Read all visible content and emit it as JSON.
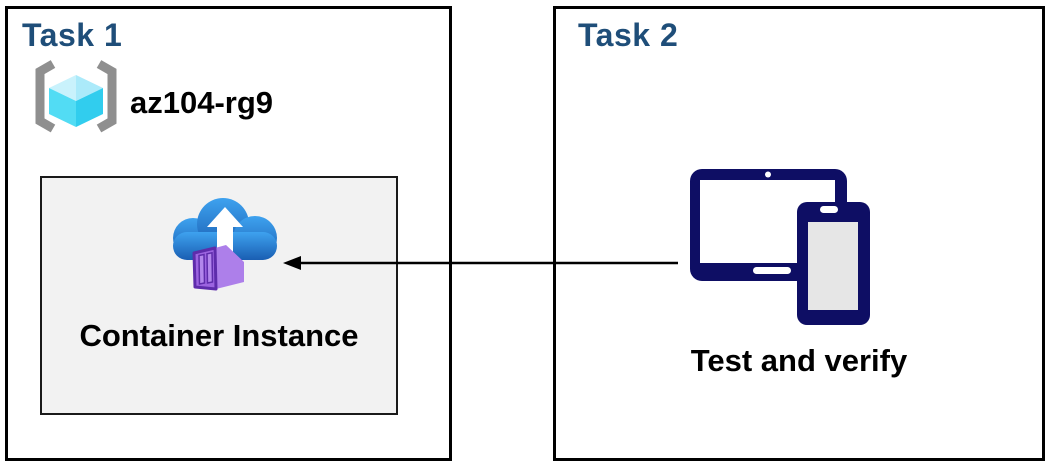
{
  "task1": {
    "title": "Task 1",
    "resource_group": {
      "name": "az104-rg9",
      "icon": "azure-resource-group"
    },
    "container_box": {
      "label": "Container Instance",
      "icon": "azure-container-instance"
    }
  },
  "task2": {
    "title": "Task 2",
    "label": "Test and verify",
    "icon": "tablet-and-phone-devices"
  },
  "arrow": {
    "from": "task2-devices",
    "to": "task1-container-instance",
    "direction": "left"
  },
  "colors": {
    "panel_border": "#000000",
    "task_title_blue": "#1f4e79",
    "inner_box_bg": "#f2f2f2",
    "device_navy": "#0e0e64",
    "device_screen_gray": "#e6e6e6",
    "cloud_blue_top": "#3ea2ef",
    "cloud_blue_bottom": "#1a5eb2",
    "container_purple_front": "#9c64e0",
    "container_purple_side": "#ad7fea",
    "container_purple_rib": "#b286ec",
    "container_purple_outline": "#5e2cab",
    "cube_cyan_top": "#c9f2fc",
    "cube_cyan_left": "#52dcf4",
    "cube_cyan_right": "#31cdee",
    "bracket_gray": "#8f8f8f",
    "arrow_black": "#000000"
  }
}
